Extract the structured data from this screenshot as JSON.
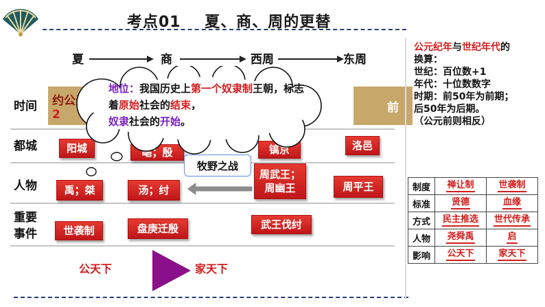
{
  "header": {
    "title": "考点01    夏、商、周的更替"
  },
  "timeline": {
    "dynasties": [
      "夏",
      "商",
      "西周",
      "东周"
    ]
  },
  "rows": {
    "time": "时间",
    "capital": "都城",
    "people": "人物",
    "events_line1": "重要",
    "events_line2": "事件"
  },
  "time_cells": {
    "xia": "约公元",
    "xia_sub": "2",
    "zhou": "前"
  },
  "capitals": {
    "xia": "阳城",
    "shang": "亳；殷",
    "xizhou": "镐京",
    "dongzhou": "洛邑"
  },
  "people": {
    "xia": "禹；桀",
    "shang": "汤；纣",
    "xizhou_line1": "周武王；",
    "xizhou_line2": "周幽王",
    "dongzhou": "周平王"
  },
  "events": {
    "xia": "世袭制",
    "shang": "盘庚迁殷",
    "xizhou": "武王伐纣"
  },
  "muye": "牧野之战",
  "cloud": {
    "p1": "地位：",
    "p2": "我国历史上",
    "p3": "第一个",
    "p4": "奴隶制",
    "p5": "王朝，标志着",
    "p6": "原始",
    "p7": "社会的",
    "p8": "结束",
    "p9": "，",
    "p10": "奴隶",
    "p11": "社会的",
    "p12": "开始",
    "p13": "。"
  },
  "side_note": {
    "a": "公元纪年",
    "b": "与",
    "c": "世纪年代",
    "d": "的",
    "l2": "换算：",
    "l3": "世纪：百位数+1",
    "l4": "年代：十位数数字",
    "l5": "时期：前50年为前期；",
    "l6": "后50年为后期。",
    "l7": "（公元前则相反）"
  },
  "compare_table": [
    {
      "label": "制度",
      "left": "禅让制",
      "right": "世袭制"
    },
    {
      "label": "标准",
      "left": "贤德",
      "right": "血缘"
    },
    {
      "label": "方式",
      "left": "民主推选",
      "right": "世代传承"
    },
    {
      "label": "人物",
      "left": "尧舜禹",
      "right": "启"
    },
    {
      "label": "影响",
      "left": "公天下",
      "right": "家天下"
    }
  ],
  "bottom": {
    "left": "公天下",
    "right": "家天下"
  },
  "colors": {
    "red": "#d41c1c",
    "purple": "#7a1fbf",
    "triangle": "#8a0f8a",
    "dash": "#2a3a7a"
  },
  "icons": [
    "folding-fan-icon"
  ]
}
